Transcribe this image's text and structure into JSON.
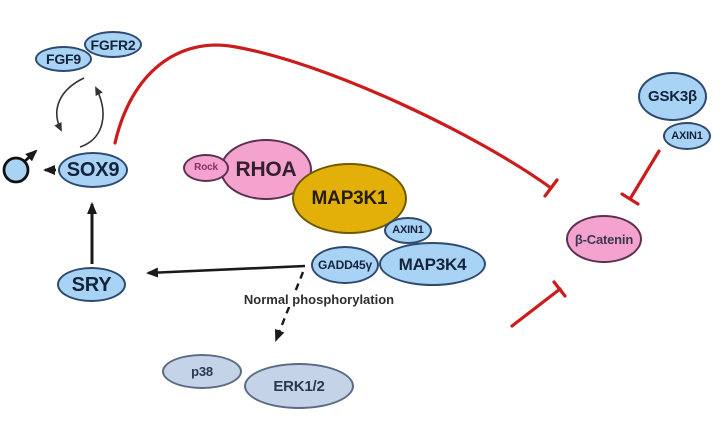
{
  "figure": {
    "description": "Sex-determination signaling pathway diagram (SRY/SOX9 vs beta-Catenin)"
  },
  "colors": {
    "node_blue_fill": "#a9d3f5",
    "node_pink_fill": "#f4a3cf",
    "node_gold_fill": "#e3b00a",
    "node_grayblue_fill": "#c5d3e8",
    "inhibition_red": "#cc1b1b",
    "arrow_black": "#1a1a1a",
    "background": "#ffffff"
  },
  "nodes": {
    "fgf9": {
      "label": "FGF9"
    },
    "fgfr2": {
      "label": "FGFR2"
    },
    "sox9": {
      "label": "SOX9"
    },
    "sry": {
      "label": "SRY"
    },
    "rock": {
      "label": "Rock"
    },
    "rhoa": {
      "label": "RHOA"
    },
    "map3k1": {
      "label": "MAP3K1"
    },
    "axin1_mid": {
      "label": "AXIN1"
    },
    "gadd45g": {
      "label": "GADD45γ"
    },
    "map3k4": {
      "label": "MAP3K4"
    },
    "gsk3b": {
      "label": "GSK3β"
    },
    "axin1_right": {
      "label": "AXIN1"
    },
    "beta_catenin": {
      "label": "β-Catenin"
    },
    "p38": {
      "label": "p38"
    },
    "erk12": {
      "label": "ERK1/2"
    }
  },
  "annotations": {
    "normal_phosphorylation": "Normal phosphorylation"
  },
  "icons": {
    "male_symbol": "male-sign-circle-with-arrow"
  }
}
